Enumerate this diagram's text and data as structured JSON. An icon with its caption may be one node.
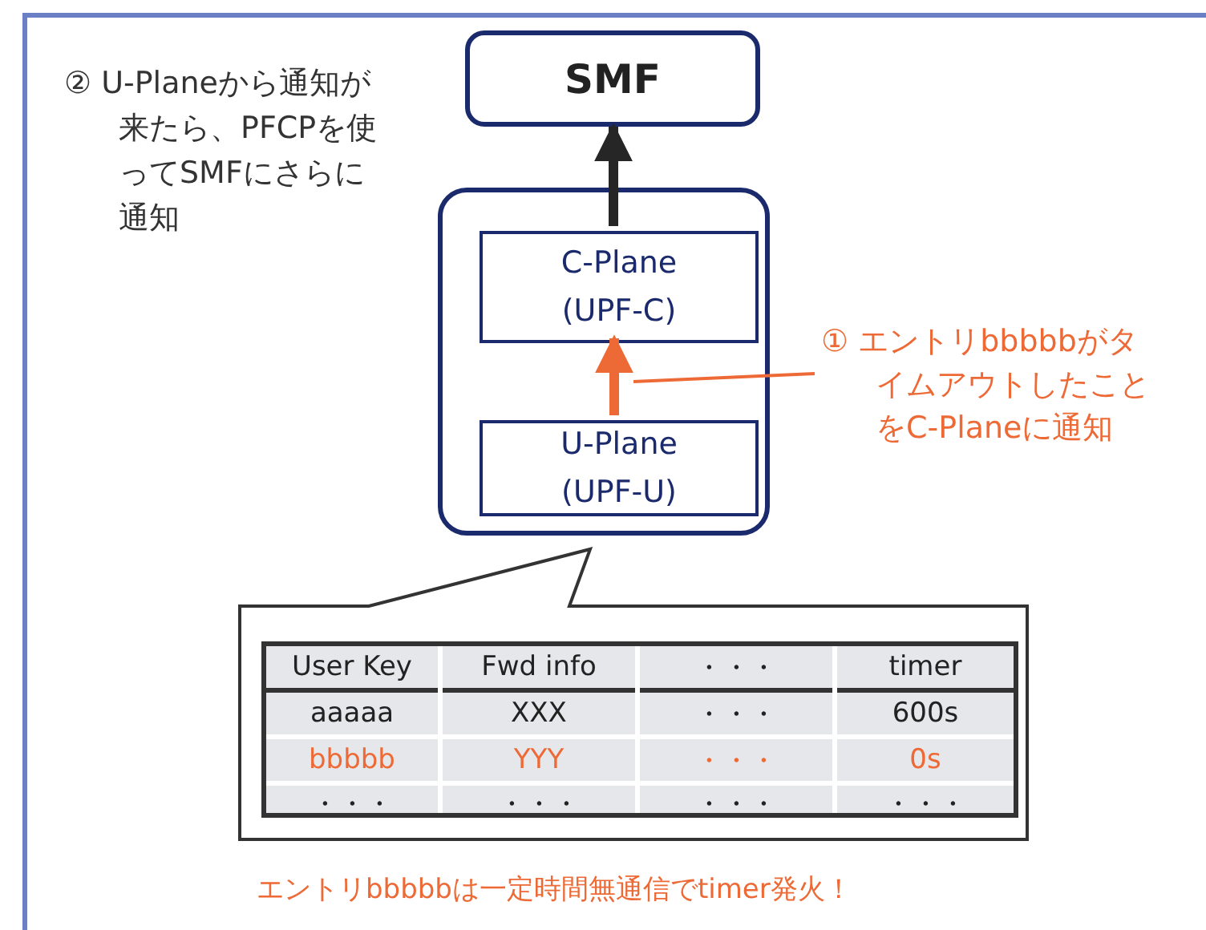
{
  "diagram": {
    "nodes": [
      {
        "text": [
          "SMF"
        ]
      },
      {
        "text": [],
        "shape": "box"
      },
      {
        "text": [
          "C-Plane (UPF-C)"
        ],
        "in": 1
      },
      {
        "text": [
          "U-Plane (UPF-U)"
        ],
        "in": 1
      },
      {
        "text": [],
        "shape": "callout"
      },
      {
        "text": [
          "① エントリbbbbbがタイムアウトしたことをC-Planeに通知"
        ]
      }
    ],
    "edges": [
      {
        "from": 2,
        "to": 0,
        "arrow": "to",
        "color": "#262626"
      },
      {
        "from": 3,
        "to": 2,
        "arrow": "to",
        "color": "#ed6a36"
      },
      {
        "from": 5,
        "to": null,
        "arrow": "none",
        "color": "#ed6a36"
      }
    ],
    "labels": [
      "② U-Planeから通知が来たら、PFCPを使ってSMFにさらに通知",
      "User Key",
      "Fwd info",
      "・・・",
      "timer",
      "aaaaa",
      "XXX",
      "・・・",
      "600s",
      "bbbbb",
      "YYY",
      "・・・",
      "0s",
      "・・・",
      "・・・",
      "・・・",
      "・・・",
      "エントリbbbbbは一定時間無通信でtimer発火！"
    ]
  }
}
